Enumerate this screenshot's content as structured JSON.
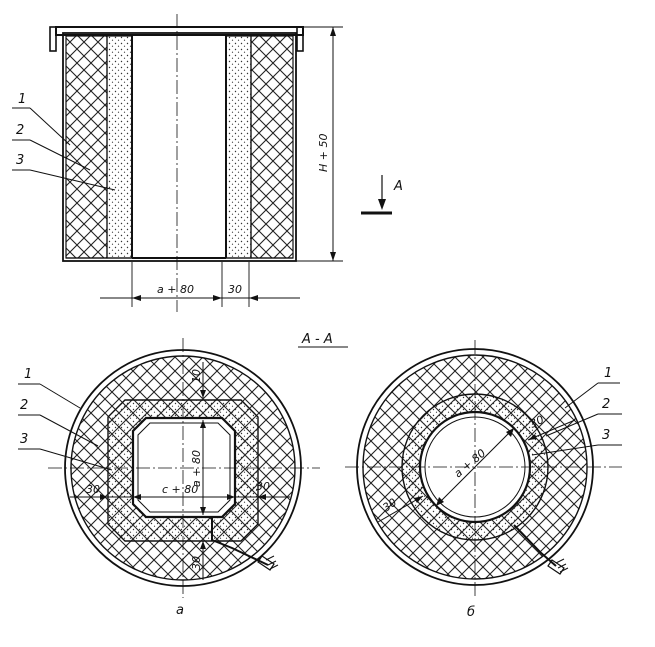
{
  "elevation": {
    "callouts": [
      "1",
      "2",
      "3"
    ],
    "height_dim": "H + 50",
    "bottom_width_dim": "a + 80",
    "bottom_gap_dim": "30",
    "section_arrow_label": "A"
  },
  "section": {
    "title": "A - A",
    "left": {
      "callouts": [
        "1",
        "2",
        "3"
      ],
      "dim_top": "10",
      "dim_vertical": "a + 80",
      "dim_horizontal": "c + 80",
      "dim_left": "30",
      "dim_right": "30",
      "dim_bottom": "30",
      "caption": "а"
    },
    "right": {
      "callouts": [
        "1",
        "2",
        "3"
      ],
      "dim_diameter": "a + 80",
      "dim_inner": "30",
      "dim_outer": "30",
      "caption": "б"
    }
  }
}
